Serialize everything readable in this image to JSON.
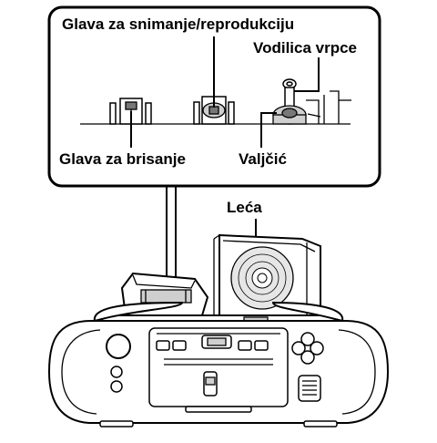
{
  "labels": {
    "record_playback_head": "Glava za snimanje/reprodukciju",
    "tape_guide": "Vodilica vrpce",
    "erase_head": "Glava za brisanje",
    "pinch_roller": "Valjčić",
    "lens": "Leća"
  },
  "colors": {
    "line": "#000000",
    "background": "#ffffff",
    "shade": "#cfcfcf"
  }
}
